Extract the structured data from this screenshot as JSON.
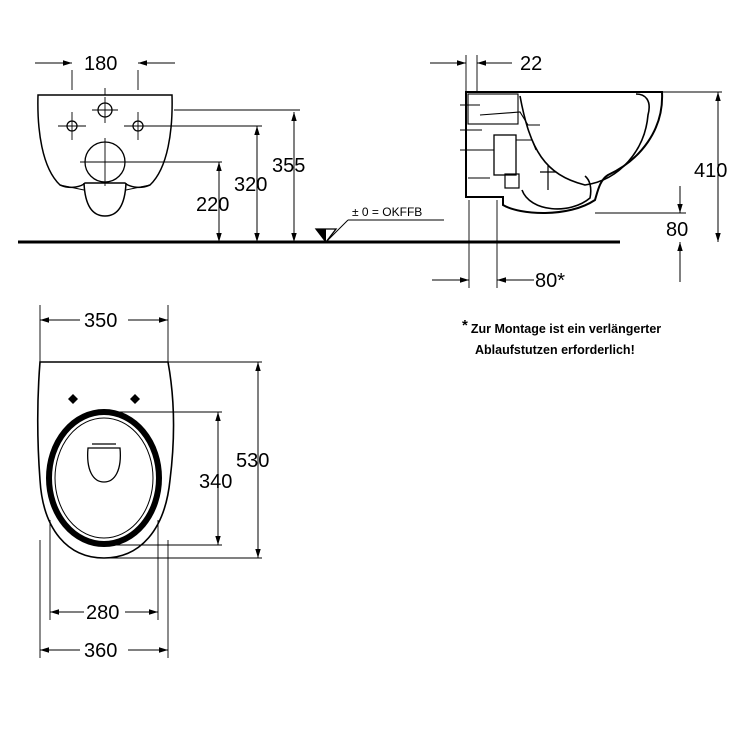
{
  "dimensions": {
    "front_hole_spacing": "180",
    "front_height_355": "355",
    "front_height_320": "320",
    "front_height_220": "220",
    "floor_reference": "± 0 = OKFFB",
    "side_depth_22": "22",
    "side_height_410": "410",
    "side_height_80": "80",
    "side_offset_80": "80*",
    "top_width_350": "350",
    "top_length_530": "530",
    "top_inner_340": "340",
    "top_seat_280": "280",
    "top_width_360": "360"
  },
  "note": {
    "asterisk": "*",
    "line1": "Zur Montage ist ein verlängerter",
    "line2": "Ablaufstutzen erforderlich!"
  }
}
